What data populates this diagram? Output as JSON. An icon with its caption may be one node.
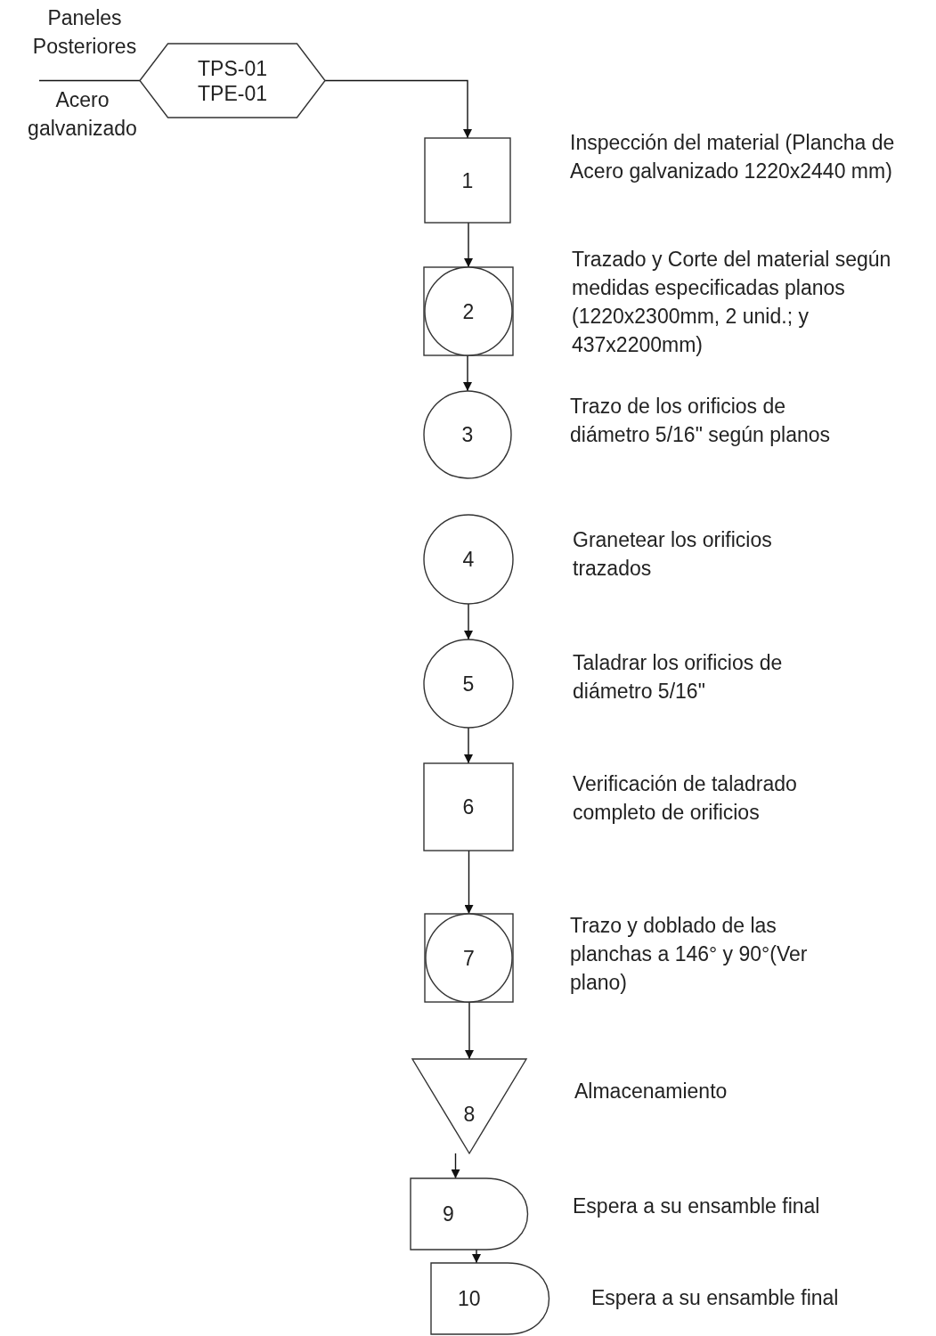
{
  "diagram": {
    "nodes": [
      {
        "text": [
          "TPS-01 TPE-01"
        ],
        "beside": [
          "Paneles Posteriores",
          "Acero galvanizado"
        ]
      },
      {
        "text": [
          "1"
        ],
        "beside": [
          "Inspección del material (Plancha de Acero galvanizado 1220x2440 mm)"
        ]
      },
      {
        "text": [
          "2"
        ],
        "beside": [
          "Trazado y Corte del material según medidas especificadas planos (1220x2300mm, 2 unid.; y 437x2200mm)"
        ]
      },
      {
        "text": [
          "3"
        ],
        "beside": [
          "Trazo de los orificios de diámetro 5/16\" según planos"
        ]
      },
      {
        "text": [
          "4"
        ],
        "beside": [
          "Granetear los orificios trazados"
        ]
      },
      {
        "text": [
          "5"
        ],
        "beside": [
          "Taladrar los orificios de diámetro 5/16\""
        ]
      },
      {
        "text": [
          "6"
        ],
        "beside": [
          "Verificación de taladrado completo de orificios"
        ]
      },
      {
        "text": [
          "7"
        ],
        "beside": [
          "Trazo y doblado de las planchas a 146° y 90°(Ver plano)"
        ]
      },
      {
        "text": [
          "8"
        ],
        "beside": [
          "Almacenamiento"
        ]
      },
      {
        "text": [
          "9"
        ],
        "beside": [
          "Espera a su ensamble final"
        ]
      },
      {
        "text": [
          "10"
        ],
        "beside": [
          "Espera a su ensamble final"
        ]
      }
    ],
    "edges": [
      {
        "from": null,
        "to": 0,
        "arrow": "none"
      },
      {
        "from": 0,
        "to": 1,
        "arrow": "to"
      },
      {
        "from": 1,
        "to": 2,
        "arrow": "to"
      },
      {
        "from": 2,
        "to": 3,
        "arrow": "to"
      },
      {
        "from": 4,
        "to": 5,
        "arrow": "to"
      },
      {
        "from": 5,
        "to": 6,
        "arrow": "to"
      },
      {
        "from": 6,
        "to": 7,
        "arrow": "to"
      },
      {
        "from": 7,
        "to": 8,
        "arrow": "to"
      },
      {
        "from": 8,
        "to": 9,
        "arrow": "to"
      },
      {
        "from": 9,
        "to": 10,
        "arrow": "to"
      }
    ]
  }
}
